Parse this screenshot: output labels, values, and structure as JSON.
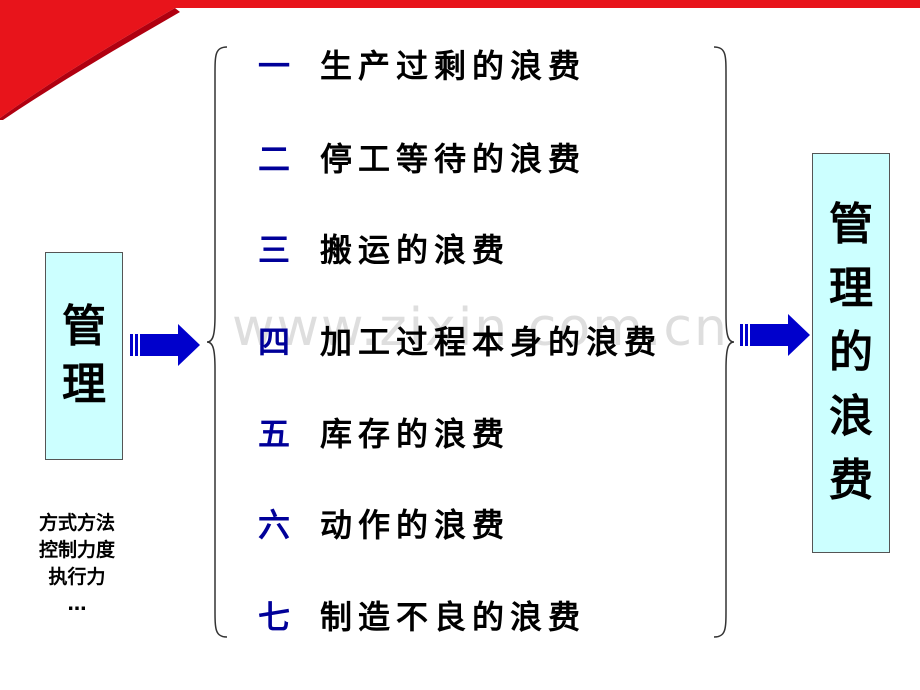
{
  "colors": {
    "accent_red": "#e8141b",
    "box_fill": "#ccffff",
    "arrow_blue": "#0000cc",
    "numeral_blue": "#000099"
  },
  "left_box": {
    "chars": [
      "管",
      "理"
    ]
  },
  "right_box": {
    "chars": [
      "管",
      "理",
      "的",
      "浪",
      "费"
    ]
  },
  "notes": [
    "方式方法",
    "控制力度",
    "执行力",
    "…"
  ],
  "items": [
    {
      "num": "一",
      "text": "生产过剩的浪费"
    },
    {
      "num": "二",
      "text": "停工等待的浪费"
    },
    {
      "num": "三",
      "text": "搬运的浪费"
    },
    {
      "num": "四",
      "text": "加工过程本身的浪费"
    },
    {
      "num": "五",
      "text": "库存的浪费"
    },
    {
      "num": "六",
      "text": "动作的浪费"
    },
    {
      "num": "七",
      "text": "制造不良的浪费"
    }
  ],
  "watermark": "www.zixin.com.cn",
  "icons": [
    "left-arrow-icon",
    "right-arrow-icon",
    "left-brace-icon",
    "right-brace-icon"
  ]
}
